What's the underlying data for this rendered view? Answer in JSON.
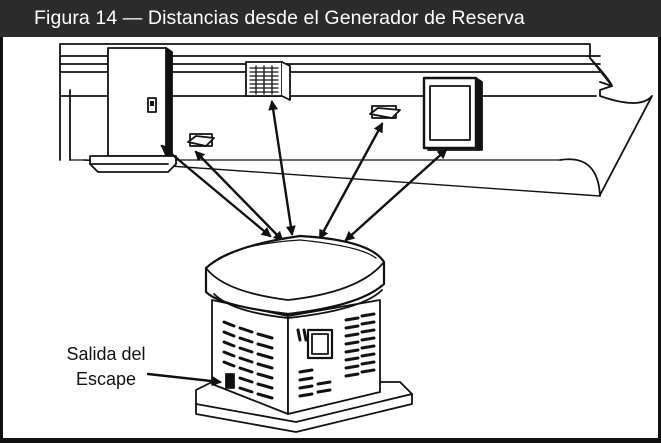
{
  "figure": {
    "title": "Figura 14 — Distancias desde el Generador de Reserva"
  },
  "callout": {
    "line1": "Salida del",
    "line2": "Escape"
  },
  "colors": {
    "title_bg": "#2b2b2b",
    "title_fg": "#ffffff",
    "line": "#111111",
    "fill": "#ffffff"
  },
  "depicted_objects": [
    "house-wall",
    "door",
    "window",
    "air-vent",
    "dryer-vent",
    "standby-generator",
    "exhaust-outlet"
  ]
}
